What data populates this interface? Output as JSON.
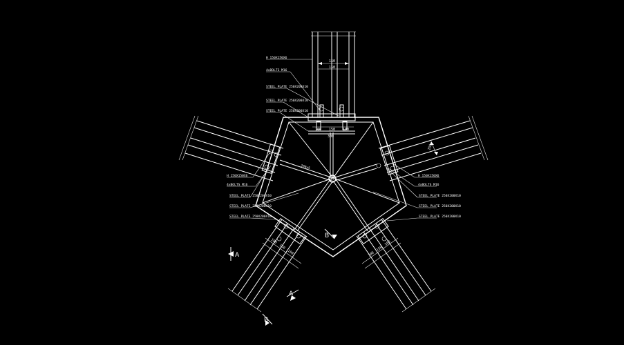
{
  "colors": {
    "background": "#000000",
    "linework": "#ffffff"
  },
  "labels": {
    "top_section": "H 150X150X6",
    "top_bolts": "4xBOLTS M16",
    "top_plate1": "STEEL PLATE 250X200X10",
    "top_plate2": "STEEL PLATE 250X200X10",
    "top_plate3": "STEEL PLATE 250X200X10",
    "left_section": "H 150X150X6",
    "left_bolts": "4xBOLTS M16",
    "left_plate1": "STEEL PLATE 250X200X10",
    "left_plate2": "STEEL PLATE 250X200X10",
    "left_plate3": "STEEL PLATE 250X200X10",
    "right_section": "H 150X150X6",
    "right_bolts": "4xBOLTS M16",
    "right_plate1": "STEEL PLATE 250X200X10",
    "right_plate2": "STEEL PLATE 250X200X10",
    "right_plate3": "STEEL PLATE 250X200X10",
    "center_member": "200x5"
  },
  "dimensions": {
    "top_upper": "150",
    "top_lower": "150",
    "node_a": "100",
    "node_b": "150",
    "node_c": "100",
    "node_total": "300",
    "right_member": "150",
    "lower_left_1": "100",
    "lower_left_2": "150",
    "lower_left_3": "100",
    "lower_right_1": "100",
    "lower_right_2": "150",
    "lower_right_3": "100"
  },
  "section_marks": {
    "a_left": "A",
    "a_bottom": "A",
    "b_center": "B",
    "b_bottom": "B"
  }
}
